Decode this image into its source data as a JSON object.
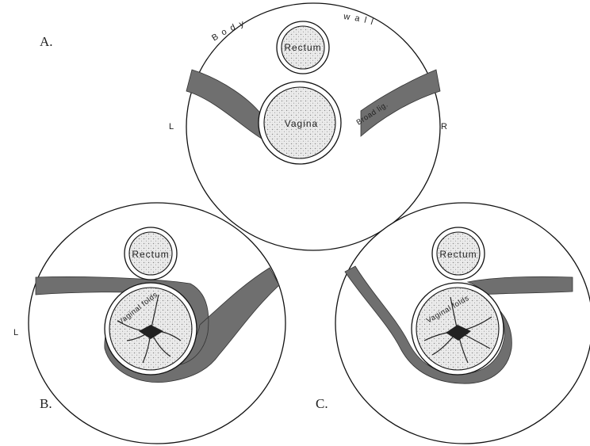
{
  "panel_a": {
    "label": "A.",
    "body_wall_word_1": "Body",
    "body_wall_word_2": "wall",
    "rectum": "Rectum",
    "vagina": "Vagina",
    "broad_lig": "Broad lig.",
    "left": "L",
    "right": "R"
  },
  "panel_b": {
    "label": "B.",
    "rectum": "Rectum",
    "vaginal_folds": "Vaginal folds",
    "left": "L"
  },
  "panel_c": {
    "label": "C.",
    "rectum": "Rectum",
    "vaginal_folds": "Vaginal folds"
  },
  "colors": {
    "ligament": "#6f6f6f",
    "stipple": "#bdbdbd",
    "line": "#111111"
  }
}
